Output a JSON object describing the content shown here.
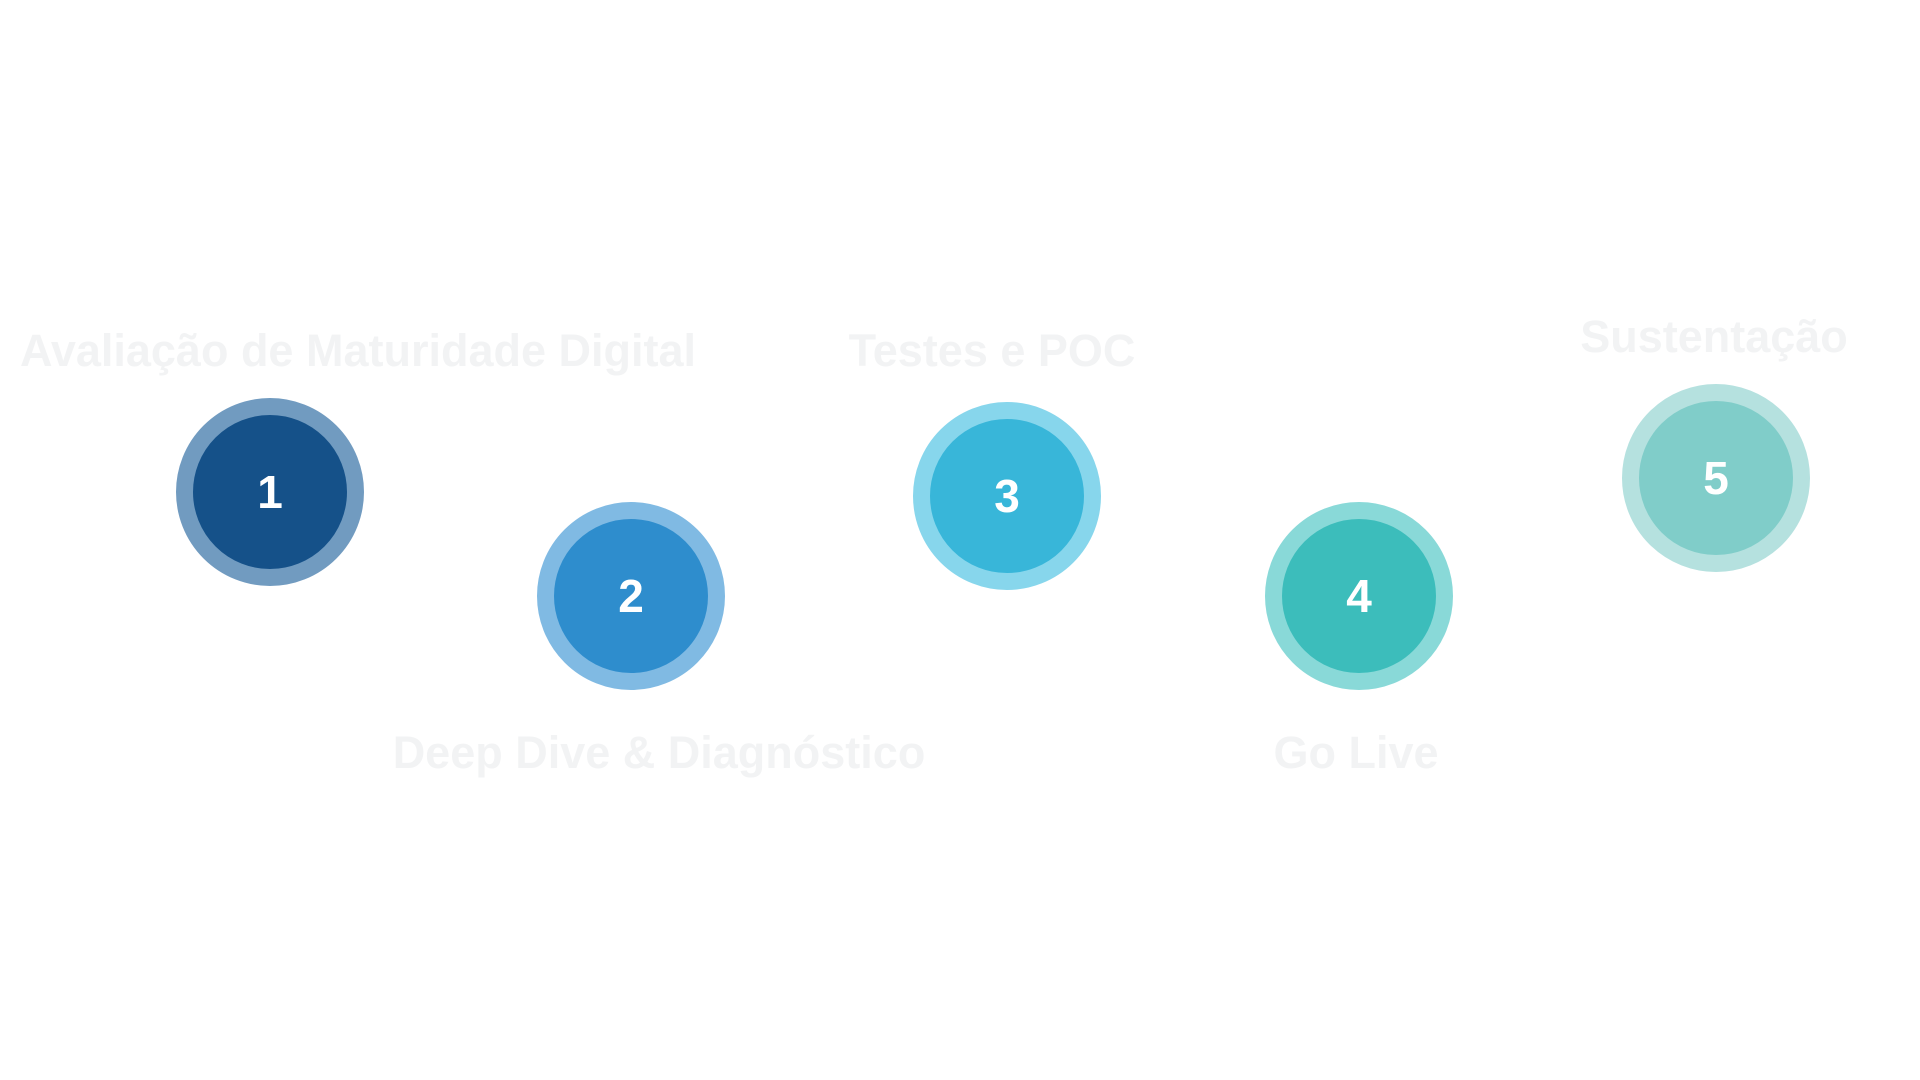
{
  "steps": [
    {
      "number": "1",
      "label": "Avaliação de Maturidade Digital",
      "fill": "#155189",
      "ring": "#719bc0"
    },
    {
      "number": "2",
      "label": "Deep Dive & Diagnóstico",
      "fill": "#2e8dcd",
      "ring": "#80bae3"
    },
    {
      "number": "3",
      "label": "Testes e POC",
      "fill": "#38b6d9",
      "ring": "#87d6ec"
    },
    {
      "number": "4",
      "label": "Go Live",
      "fill": "#3cbdbb",
      "ring": "#89d9d8"
    },
    {
      "number": "5",
      "label": "Sustentação",
      "fill": "#80cdc9",
      "ring": "#b5e1df"
    }
  ]
}
